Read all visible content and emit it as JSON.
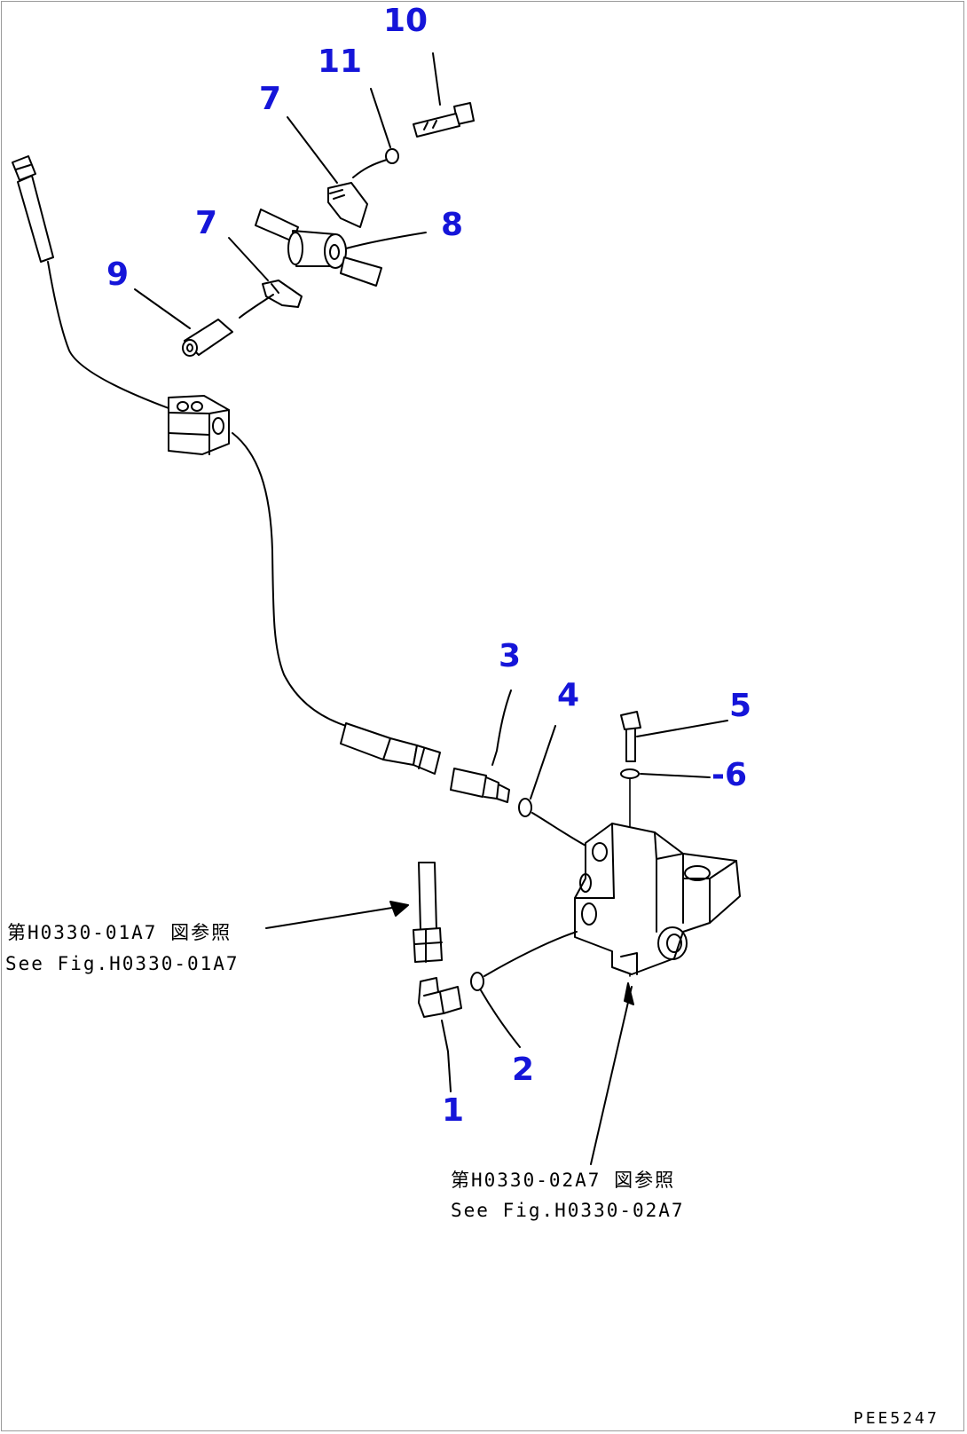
{
  "callouts": {
    "c10": "10",
    "c11": "11",
    "c7a": "7",
    "c8": "8",
    "c7b": "7",
    "c9": "9",
    "c3": "3",
    "c4": "4",
    "c5": "5",
    "c6": "-6",
    "c2": "2",
    "c1": "1"
  },
  "references": {
    "ref1_jp": "第H0330-01A7 図参照",
    "ref1_en": "See Fig.H0330-01A7",
    "ref2_jp": "第H0330-02A7 図参照",
    "ref2_en": "See Fig.H0330-02A7"
  },
  "drawing_code": "PEE5247",
  "colors": {
    "callout": "#1515d9",
    "line": "#000000",
    "background": "#ffffff"
  }
}
